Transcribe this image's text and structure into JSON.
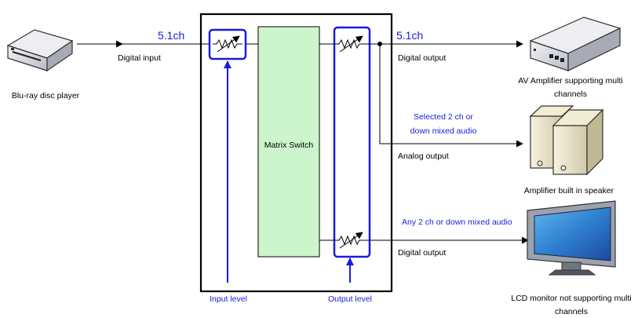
{
  "colors": {
    "accent_blue": "#1a1adf",
    "matrix_fill": "#ccf5cc",
    "line": "#000000"
  },
  "devices": {
    "bluray": {
      "label": "Blu-ray disc player",
      "icon": "bluray-player-icon"
    },
    "av_amp": {
      "label_line1": "AV Amplifier supporting multi",
      "label_line2": "channels",
      "icon": "av-amplifier-icon"
    },
    "speaker": {
      "label": "Amplifier built in speaker",
      "icon": "speaker-icon"
    },
    "lcd": {
      "label_line1": "LCD monitor not supporting multi",
      "label_line2": "channels",
      "icon": "lcd-monitor-icon"
    }
  },
  "signals": {
    "digital_input": "Digital input",
    "input_format": "5.1ch",
    "output_format": "5.1ch",
    "digital_output_top": "Digital output",
    "analog_output": "Analog output",
    "digital_output_bottom": "Digital output",
    "selected_line1": "Selected 2 ch or",
    "selected_line2": "down mixed audio",
    "any_2ch": "Any 2 ch or down mixed audio"
  },
  "matrix": {
    "label": "Matrix Switch"
  },
  "levels": {
    "input": "Input level",
    "output": "Output level"
  }
}
